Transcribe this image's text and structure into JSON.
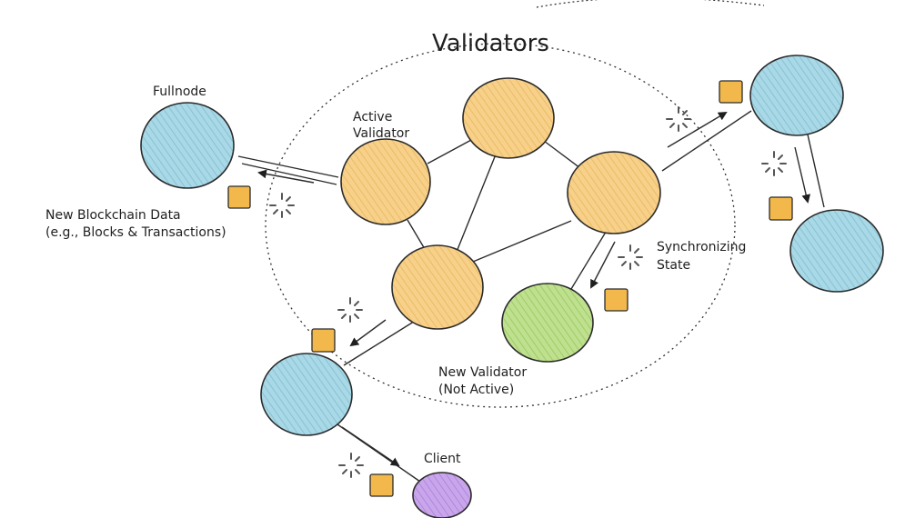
{
  "labels": {
    "validators_title": "Validators",
    "fullnode": "Fullnode",
    "active_validator_line1": "Active",
    "active_validator_line2": "Validator",
    "new_data_line1": "New Blockchain Data",
    "new_data_line2": "(e.g., Blocks & Transactions)",
    "sync_line1": "Synchronizing",
    "sync_line2": "State",
    "new_validator_line1": "New Validator",
    "new_validator_line2": "(Not Active)",
    "client": "Client"
  },
  "colors": {
    "validator": "#f7d08a",
    "fullnode": "#a9d8e6",
    "new_validator": "#bfe08f",
    "client": "#c9a6ec",
    "packet": "#f2b84b",
    "ink": "#2b2b2b"
  },
  "icons": {
    "spinner": "loading-spinner-icon",
    "packet": "data-packet-icon"
  }
}
